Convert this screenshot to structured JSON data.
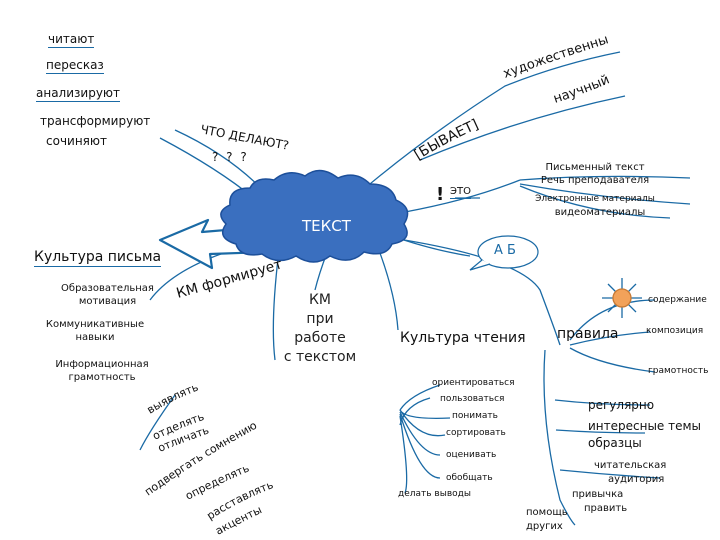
{
  "top_left": [
    "читают",
    "пересказ",
    "анализируют",
    "трансформируют",
    "сочиняют"
  ],
  "question": {
    "line1": "ЧТО ДЕЛАЮТ?",
    "line2": "? ? ?"
  },
  "top_right": {
    "arc1": "художественный",
    "arc2": "научный",
    "arc3": "[БЫВАЕТ]"
  },
  "center_label": "ТЕКСТ",
  "eto": {
    "mark": "!",
    "word": "ЭТО"
  },
  "eto_items": [
    "Письменный текст",
    "Речь преподавателя",
    "Электронные материалы",
    "видеоматериалы"
  ],
  "culture_writing": {
    "title": "Культура письма",
    "km_forms": "КМ формирует",
    "items": [
      "Образовательная мотивация",
      "Коммуникативные навыки",
      "Информационная грамотность"
    ]
  },
  "km_work": [
    "КМ",
    "при",
    "работе",
    "с текстом"
  ],
  "left_verbs": [
    "выявлять",
    "отделять",
    "отличать",
    "подвергать сомнению",
    "определять",
    "расставлять",
    "акценты"
  ],
  "culture_reading": {
    "title": "Культура чтения",
    "items": [
      "ориентироваться",
      "пользоваться",
      "понимать",
      "сортировать",
      "оценивать",
      "обобщать",
      "делать выводы"
    ]
  },
  "rules": {
    "title": "правила",
    "branches": [
      "содержание",
      "композиция",
      "грамотность"
    ],
    "items": [
      "регулярно",
      "интересные темы",
      "образцы",
      "читательская",
      "аудитория",
      "привычка",
      "править",
      "помощь",
      "других"
    ]
  },
  "bubble_text": "А Б",
  "colors": {
    "line": "#1a6aa5",
    "cloud": "#3a6fbf",
    "sun": "#f2a25a",
    "sun_ray": "#1a6aa5",
    "arrow": "#1a6aa5"
  }
}
